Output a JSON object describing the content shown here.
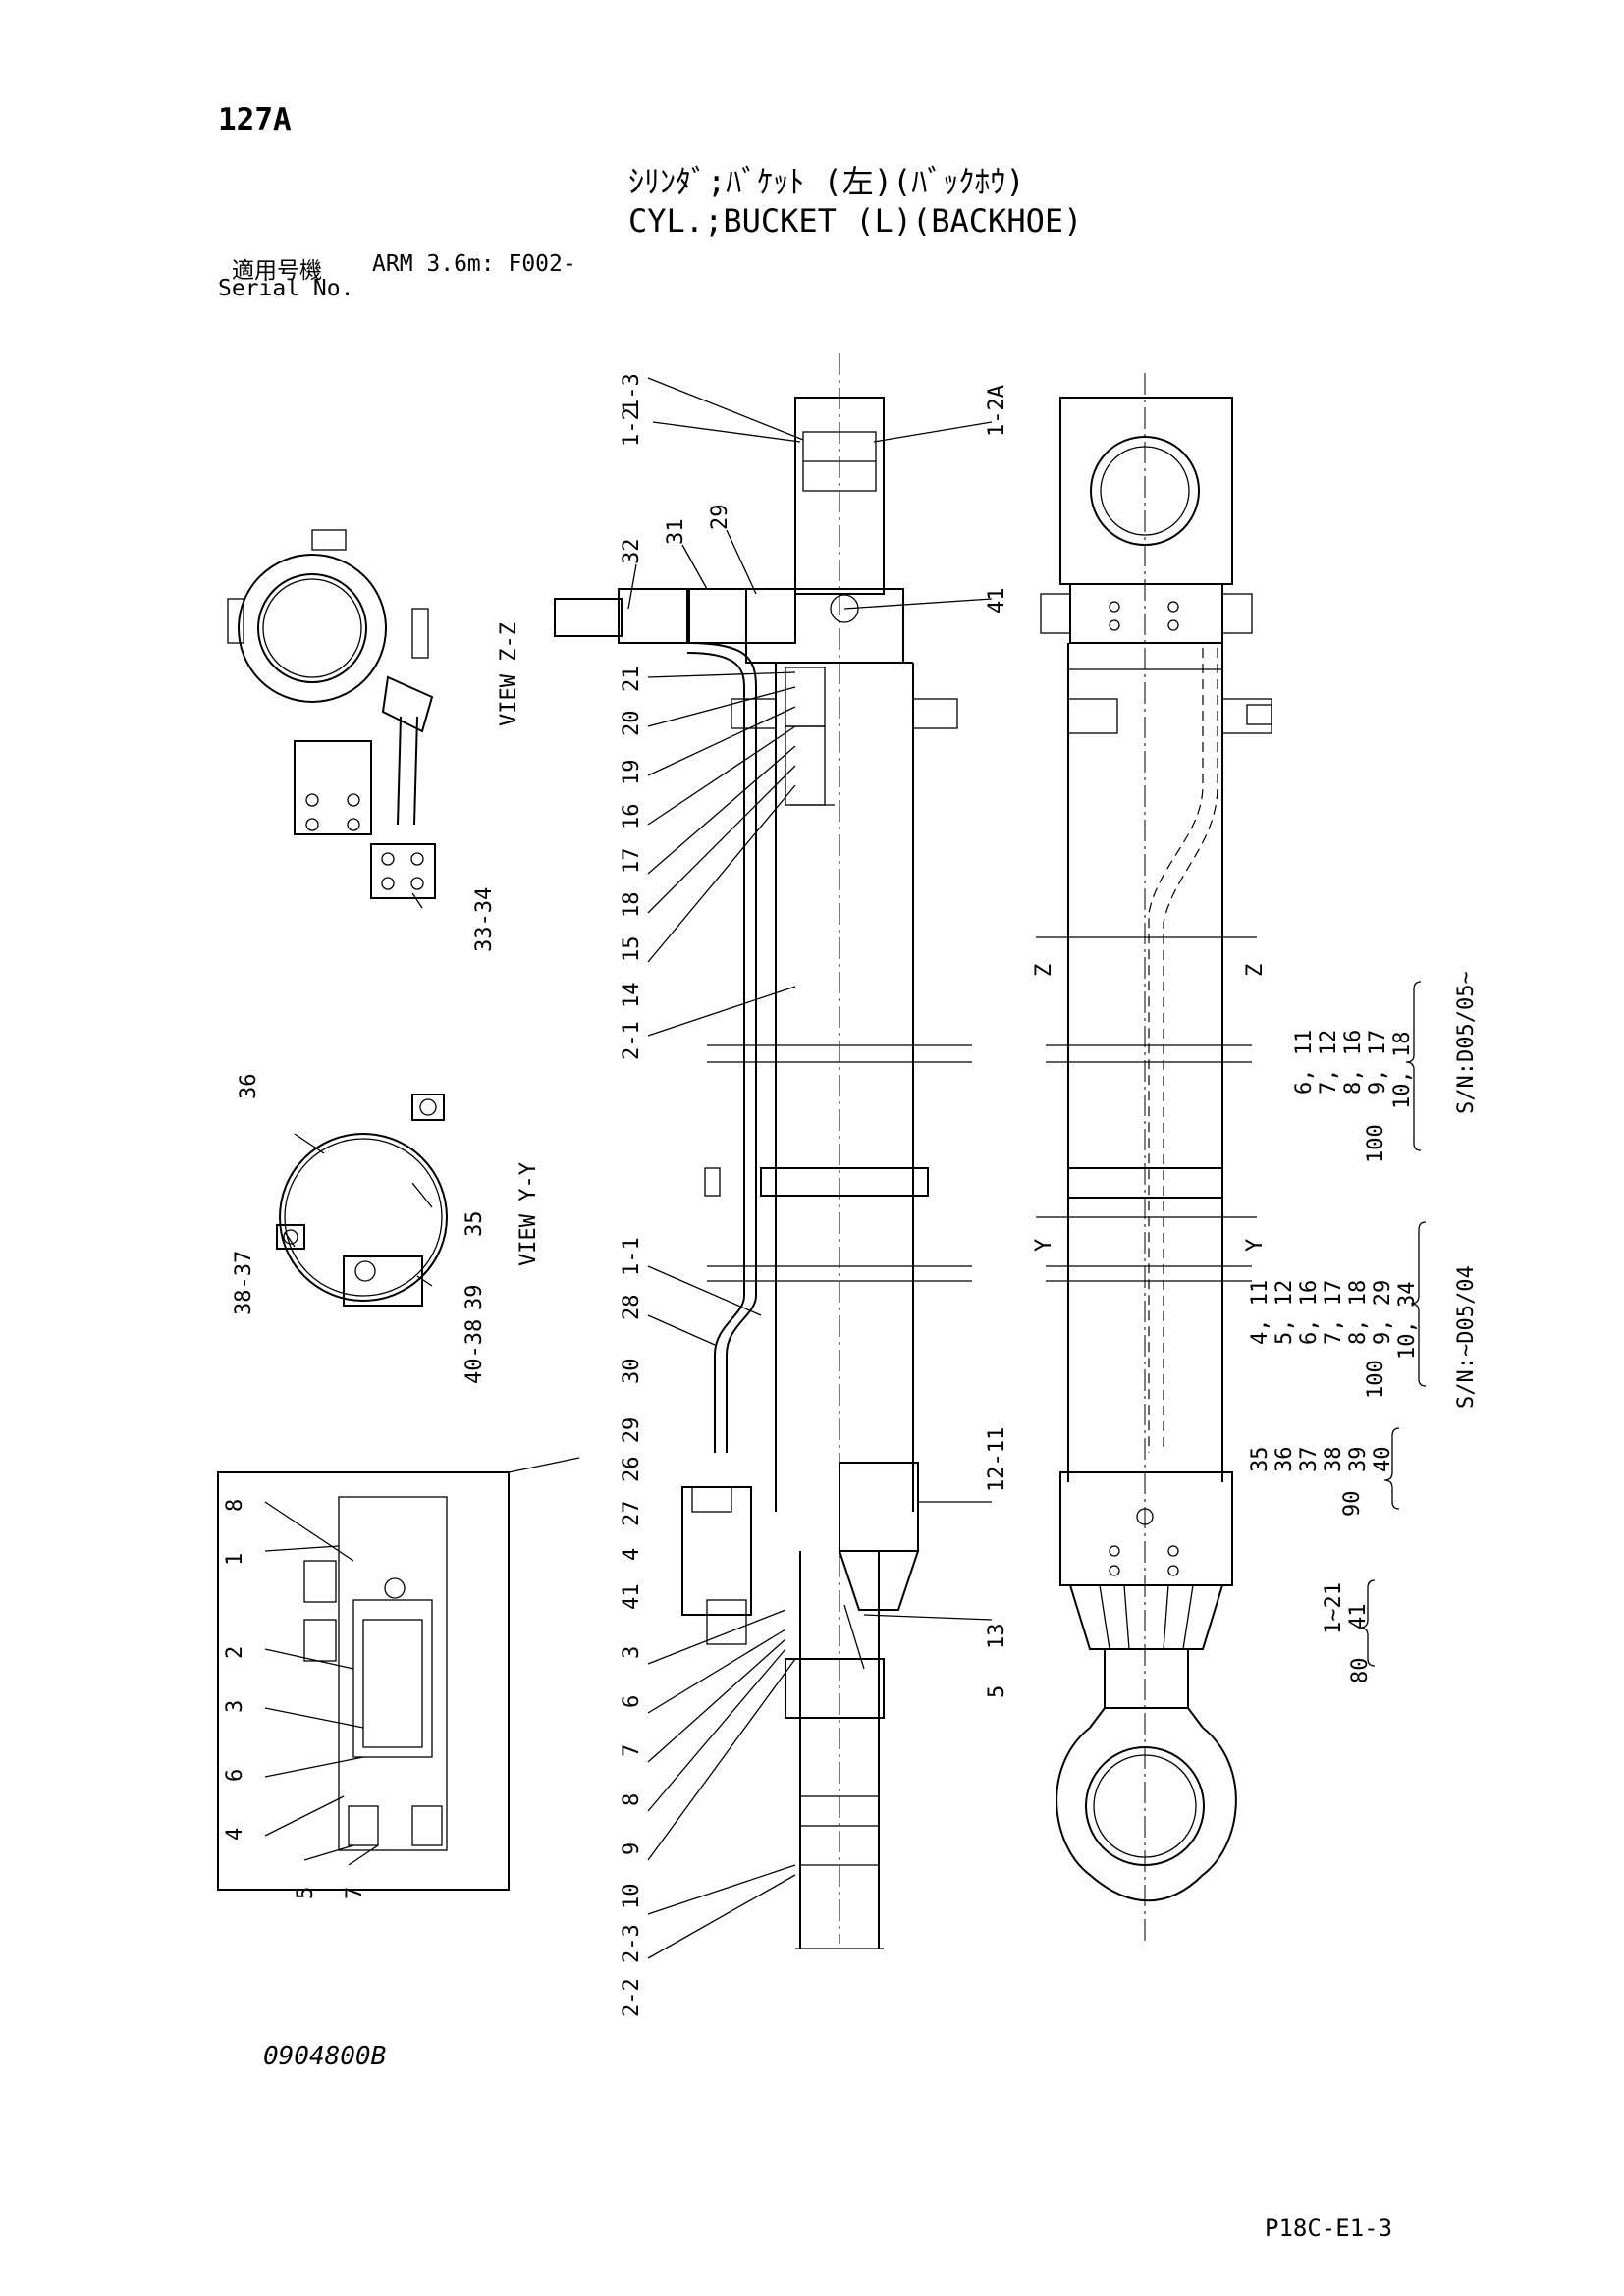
{
  "header": {
    "page_number": "127A",
    "title_jp": "ｼﾘﾝﾀﾞ;ﾊﾞｹｯﾄ (左)(ﾊﾞｯｸﾎｳ)",
    "title_en": "CYL.;BUCKET (L)(BACKHOE)",
    "applicable_label": "適用号機",
    "applicable_value": "ARM 3.6m: F002-",
    "serial_label": "Serial No."
  },
  "views": {
    "view_zz": "VIEW Z-Z",
    "view_yy": "VIEW Y-Y",
    "z_mark": "Z",
    "y_mark": "Y"
  },
  "callouts": {
    "top_a": "1-3",
    "top_b": "1-2",
    "top_c": "1-2A",
    "c32": "32",
    "c31": "31",
    "c29": "29",
    "c41": "41",
    "left_column": [
      "21",
      "20",
      "19",
      "16",
      "17",
      "18",
      "15",
      "2-1 14"
    ],
    "zz_parts": "33-34",
    "yy_36": "36",
    "yy_35": "35",
    "yy_3837": "38-37",
    "yy_39": "39",
    "yy_4038": "40-38",
    "c11": "1-1",
    "c28": "28",
    "c30": "30",
    "c26_29": "26 29",
    "c27": "27",
    "c4": "4",
    "c41b": "41",
    "c3": "3",
    "c6": "6",
    "c7": "7",
    "c8": "8",
    "c9": "9",
    "c10": "10",
    "c23": "2-3",
    "c22": "2-2",
    "c1211": "12-11",
    "c13": "13",
    "c5": "5"
  },
  "detail": {
    "labels": [
      "8",
      "1",
      "2",
      "3",
      "6",
      "4",
      "5",
      "7"
    ]
  },
  "groups": {
    "g100a": {
      "prefix": "100",
      "items": [
        "6, 11",
        "7, 12",
        "8, 16",
        "9, 17",
        "10, 18"
      ],
      "serial": "S/N:D05/05~"
    },
    "g100b": {
      "prefix": "100",
      "items": [
        "4, 11",
        "5, 12",
        "6, 16",
        "7, 17",
        "8, 18",
        "9, 29",
        "10, 34"
      ],
      "serial": "S/N:~D05/04"
    },
    "g90": {
      "prefix": "90",
      "items": [
        "35",
        "36",
        "37",
        "38",
        "39",
        "40"
      ]
    },
    "g80": {
      "prefix": "80",
      "items": [
        "1~21",
        "41"
      ]
    }
  },
  "footer": {
    "drawing_no": "0904800B",
    "page_code": "P18C-E1-3"
  }
}
